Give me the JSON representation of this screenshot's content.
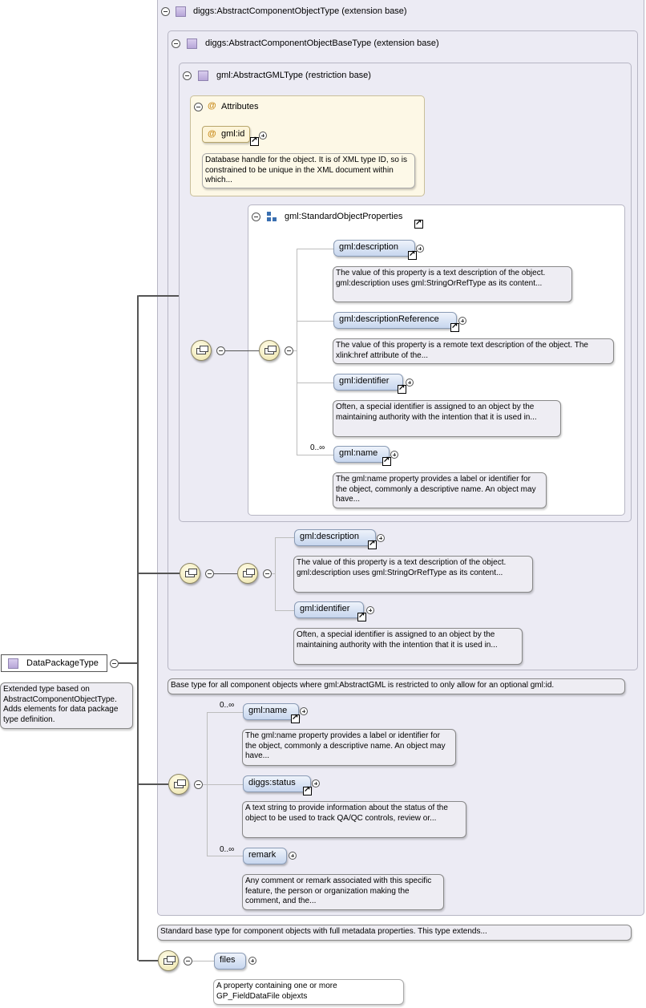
{
  "root": {
    "name": "DataPackageType",
    "doc": "Extended type based on AbstractComponentObjectType. Adds elements for data package type definition."
  },
  "ext1": {
    "title": "diggs:AbstractComponentObjectType (extension base)",
    "doc": "Standard base type for component objects with full metadata properties. This type extends..."
  },
  "ext2": {
    "title": "diggs:AbstractComponentObjectBaseType (extension base)",
    "doc": "Base type for all component objects where gml:AbstractGML is restricted to only allow for an optional gml:id."
  },
  "ext3": {
    "title": "gml:AbstractGMLType (restriction base)"
  },
  "attributes": {
    "title": "Attributes",
    "at_symbol": "@",
    "id_name": "gml:id",
    "id_doc": "Database handle for the object. It is of XML type ID, so is constrained to be unique in the XML document within which..."
  },
  "sop": {
    "title": "gml:StandardObjectProperties",
    "items": [
      {
        "name": "gml:description",
        "doc": "The value of this property is a text description of the object. gml:description uses gml:StringOrRefType as its content..."
      },
      {
        "name": "gml:descriptionReference",
        "doc": "The value of this property is a remote text description of the object. The xlink:href attribute of the..."
      },
      {
        "name": "gml:identifier",
        "doc": "Often, a special identifier is assigned to an object by the maintaining authority with the intention that it is used in..."
      },
      {
        "name": "gml:name",
        "mult": "0..∞",
        "doc": "The gml:name property provides a label or identifier for the object, commonly a descriptive name. An object may have..."
      }
    ]
  },
  "base_seq": {
    "items": [
      {
        "name": "gml:description",
        "doc": "The value of this property is a text description of the object. gml:description uses gml:StringOrRefType as its content..."
      },
      {
        "name": "gml:identifier",
        "doc": "Often, a special identifier is assigned to an object by the maintaining authority with the intention that it is used in..."
      }
    ]
  },
  "comp_seq": {
    "items": [
      {
        "name": "gml:name",
        "mult": "0..∞",
        "doc": "The gml:name property provides a label or identifier for the object, commonly a descriptive name. An object may have..."
      },
      {
        "name": "diggs:status",
        "doc": "A text string to provide information about the status of the object to be used to track QA/QC controls, review or..."
      },
      {
        "name": "remark",
        "mult": "0..∞",
        "doc": "Any comment or remark associated with this specific feature, the person or organization making the comment, and the..."
      }
    ]
  },
  "files": {
    "name": "files",
    "doc": "A property containing one or more GP_FieldDataFile objexts"
  }
}
